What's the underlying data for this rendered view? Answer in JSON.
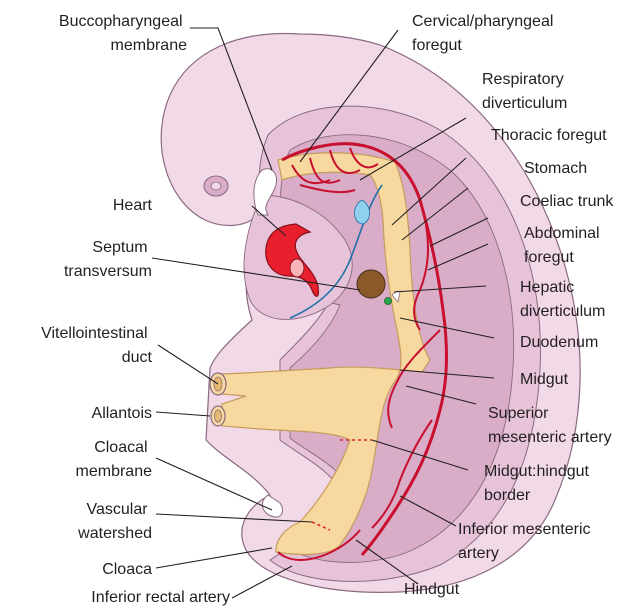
{
  "colors": {
    "outer_embryo": "#f1d9e7",
    "mid_layer": "#e6c3d8",
    "inner_layer": "#d9acc8",
    "outline": "#8a6a80",
    "gut_tube": "#f7d89f",
    "gut_outline": "#c69c5a",
    "artery": "#c8102e",
    "heart": "#e8202e",
    "septum_line": "#1f6fa8",
    "liver_bud": "#8b5a2b",
    "green_dot": "#2aa64a",
    "diverticulum": "#8fd0ee",
    "watershed_line": "#e0202e",
    "label_text": "#231f20"
  },
  "labels": {
    "buccopharyngeal": [
      "Buccopharyngeal",
      "membrane"
    ],
    "cervical_foregut": [
      "Cervical/pharyngeal",
      "foregut"
    ],
    "respiratory": [
      "Respiratory",
      "diverticulum"
    ],
    "thoracic_foregut": [
      "Thoracic foregut"
    ],
    "stomach": [
      "Stomach"
    ],
    "coeliac_trunk": [
      "Coeliac trunk"
    ],
    "abdominal_foregut": [
      "Abdominal",
      "foregut"
    ],
    "hepatic": [
      "Hepatic",
      "diverticulum"
    ],
    "duodenum": [
      "Duodenum"
    ],
    "midgut": [
      "Midgut"
    ],
    "superior_mesenteric": [
      "Superior",
      "mesenteric artery"
    ],
    "midgut_hindgut_border": [
      "Midgut:hindgut",
      "border"
    ],
    "inferior_mesenteric": [
      "Inferior mesenteric",
      "artery"
    ],
    "hindgut": [
      "Hindgut"
    ],
    "heart": [
      "Heart"
    ],
    "septum_transversum": [
      "Septum",
      "transversum"
    ],
    "vitellointestinal": [
      "Vitellointestinal",
      "duct"
    ],
    "allantois": [
      "Allantois"
    ],
    "cloacal_membrane": [
      "Cloacal",
      "membrane"
    ],
    "vascular_watershed": [
      "Vascular",
      "watershed"
    ],
    "cloaca": [
      "Cloaca"
    ],
    "inferior_rectal": [
      "Inferior rectal artery"
    ]
  }
}
